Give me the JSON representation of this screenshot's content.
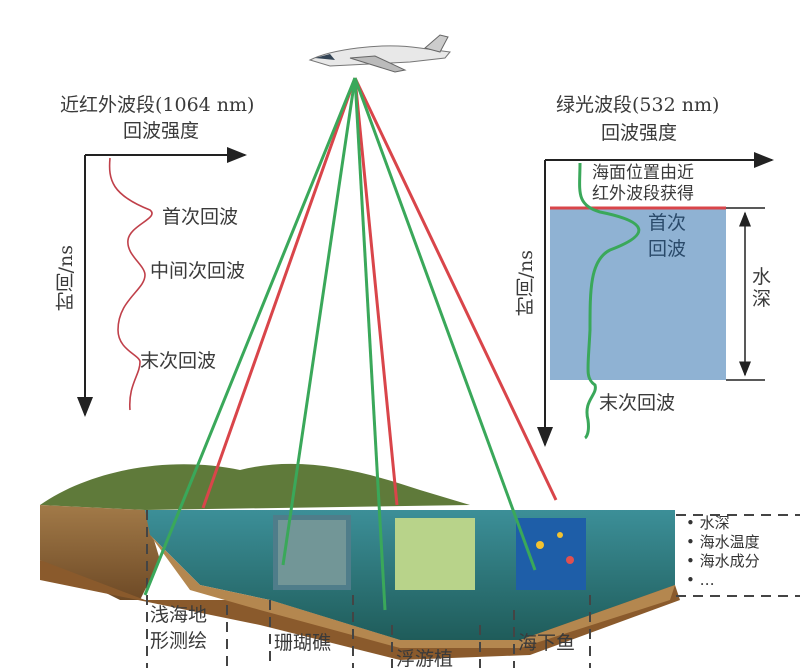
{
  "left_panel": {
    "band_title": "近红外波段(1064 nm)",
    "x_axis_label": "回波强度",
    "y_axis_label": "时间/ns",
    "first_return": "首次回波",
    "middle_return": "中间次回波",
    "last_return": "末次回波"
  },
  "right_panel": {
    "band_title": "绿光波段(532 nm)",
    "x_axis_label": "回波强度",
    "y_axis_label": "时间/ns",
    "surface_note_line1": "海面位置由近",
    "surface_note_line2": "红外波段获得",
    "first_return_line1": "首次",
    "first_return_line2": "回波",
    "depth_label": "水深",
    "last_return": "末次回波"
  },
  "measurements": [
    "• 水深",
    "• 海水温度",
    "• 海水成分",
    "• …"
  ],
  "applications": [
    {
      "line1": "浅海地",
      "line2": "形测绘"
    },
    {
      "line1": "珊瑚礁"
    },
    {
      "line1": "浮游植"
    },
    {
      "line1": "海下鱼"
    }
  ],
  "colors": {
    "nir_beam": "#d9454a",
    "green_beam": "#3aa85a",
    "water_box": "#8fb2d3",
    "sea": "#2f7f86"
  }
}
